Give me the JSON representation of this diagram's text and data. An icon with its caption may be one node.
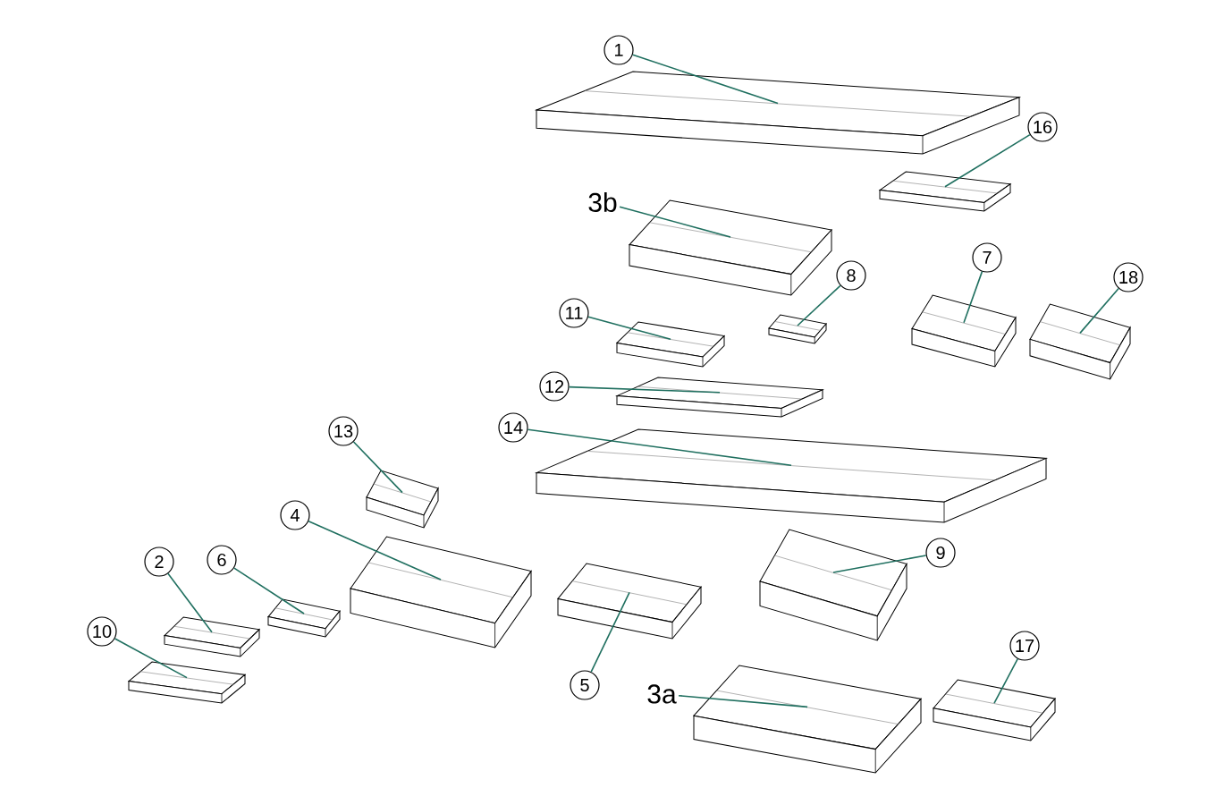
{
  "diagram": {
    "nodes": [
      {
        "text": [
          "1"
        ]
      },
      {
        "text": [],
        "shape": "picture"
      },
      {
        "text": [
          "16"
        ]
      },
      {
        "text": [],
        "shape": "picture"
      },
      {
        "text": [
          "3b"
        ]
      },
      {
        "text": [],
        "shape": "picture"
      },
      {
        "text": [
          "11"
        ]
      },
      {
        "text": [],
        "shape": "picture"
      },
      {
        "text": [
          "8"
        ]
      },
      {
        "text": [],
        "shape": "picture"
      },
      {
        "text": [
          "7"
        ]
      },
      {
        "text": [],
        "shape": "picture"
      },
      {
        "text": [
          "18"
        ]
      },
      {
        "text": [],
        "shape": "picture"
      },
      {
        "text": [
          "12"
        ]
      },
      {
        "text": [],
        "shape": "picture"
      },
      {
        "text": [
          "13"
        ]
      },
      {
        "text": [],
        "shape": "picture"
      },
      {
        "text": [
          "14"
        ]
      },
      {
        "text": [],
        "shape": "picture"
      },
      {
        "text": [
          "4"
        ]
      },
      {
        "text": [],
        "shape": "picture"
      },
      {
        "text": [
          "9"
        ]
      },
      {
        "text": [],
        "shape": "picture"
      },
      {
        "text": [
          "6"
        ]
      },
      {
        "text": [],
        "shape": "picture"
      },
      {
        "text": [
          "2"
        ]
      },
      {
        "text": [],
        "shape": "picture"
      },
      {
        "text": [
          "5"
        ]
      },
      {
        "text": [],
        "shape": "picture"
      },
      {
        "text": [
          "10"
        ]
      },
      {
        "text": [],
        "shape": "picture"
      },
      {
        "text": [
          "3a"
        ]
      },
      {
        "text": [],
        "shape": "picture"
      },
      {
        "text": [
          "17"
        ]
      },
      {
        "text": [],
        "shape": "picture"
      }
    ],
    "edges": [
      {
        "from": 0,
        "to": 1,
        "arrow": "none"
      },
      {
        "from": 2,
        "to": 3,
        "arrow": "none"
      },
      {
        "from": 4,
        "to": 5,
        "arrow": "none"
      },
      {
        "from": 6,
        "to": 7,
        "arrow": "none"
      },
      {
        "from": 8,
        "to": 9,
        "arrow": "none"
      },
      {
        "from": 10,
        "to": 11,
        "arrow": "none"
      },
      {
        "from": 12,
        "to": 13,
        "arrow": "none"
      },
      {
        "from": 14,
        "to": 15,
        "arrow": "none"
      },
      {
        "from": 16,
        "to": 17,
        "arrow": "none"
      },
      {
        "from": 18,
        "to": 19,
        "arrow": "none"
      },
      {
        "from": 20,
        "to": 21,
        "arrow": "none"
      },
      {
        "from": 22,
        "to": 23,
        "arrow": "none"
      },
      {
        "from": 24,
        "to": 25,
        "arrow": "none"
      },
      {
        "from": 26,
        "to": 27,
        "arrow": "none"
      },
      {
        "from": 28,
        "to": 29,
        "arrow": "none"
      },
      {
        "from": 30,
        "to": 31,
        "arrow": "none"
      },
      {
        "from": 32,
        "to": 33,
        "arrow": "none"
      },
      {
        "from": 34,
        "to": 35,
        "arrow": "none"
      }
    ]
  }
}
